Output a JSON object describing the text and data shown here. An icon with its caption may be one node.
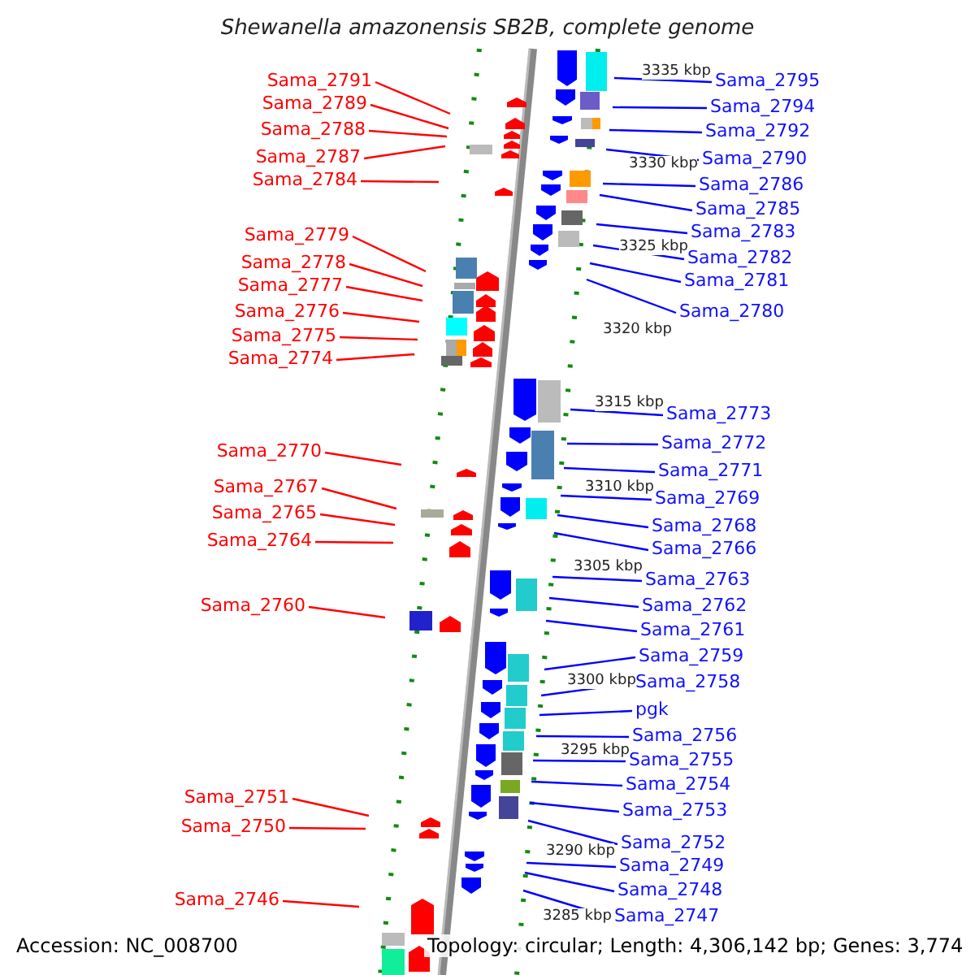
{
  "diagram": {
    "title": "Shewanella amazonensis SB2B, complete genome",
    "nodes": [
      {
        "text": [
          "Sama_2791"
        ]
      },
      {
        "text": [
          "Sama_2789"
        ]
      },
      {
        "text": [
          "Sama_2788"
        ]
      },
      {
        "text": [
          "Sama_2787"
        ]
      },
      {
        "text": [
          "Sama_2784"
        ]
      },
      {
        "text": [
          "Sama_2779"
        ]
      },
      {
        "text": [
          "Sama_2778"
        ]
      },
      {
        "text": [
          "Sama_2777"
        ]
      },
      {
        "text": [
          "Sama_2776"
        ]
      },
      {
        "text": [
          "Sama_2775"
        ]
      },
      {
        "text": [
          "Sama_2774"
        ]
      },
      {
        "text": [
          "Sama_2770"
        ]
      },
      {
        "text": [
          "Sama_2767"
        ]
      },
      {
        "text": [
          "Sama_2765"
        ]
      },
      {
        "text": [
          "Sama_2764"
        ]
      },
      {
        "text": [
          "Sama_2760"
        ]
      },
      {
        "text": [
          "Sama_2751"
        ]
      },
      {
        "text": [
          "Sama_2750"
        ]
      },
      {
        "text": [
          "Sama_2746"
        ]
      },
      {
        "text": [
          "Sama_2795"
        ]
      },
      {
        "text": [
          "Sama_2794"
        ]
      },
      {
        "text": [
          "Sama_2792"
        ]
      },
      {
        "text": [
          "Sama_2790"
        ]
      },
      {
        "text": [
          "Sama_2786"
        ]
      },
      {
        "text": [
          "Sama_2785"
        ]
      },
      {
        "text": [
          "Sama_2783"
        ]
      },
      {
        "text": [
          "Sama_2782"
        ]
      },
      {
        "text": [
          "Sama_2781"
        ]
      },
      {
        "text": [
          "Sama_2780"
        ]
      },
      {
        "text": [
          "Sama_2773"
        ]
      },
      {
        "text": [
          "Sama_2772"
        ]
      },
      {
        "text": [
          "Sama_2771"
        ]
      },
      {
        "text": [
          "Sama_2769"
        ]
      },
      {
        "text": [
          "Sama_2768"
        ]
      },
      {
        "text": [
          "Sama_2766"
        ]
      },
      {
        "text": [
          "Sama_2763"
        ]
      },
      {
        "text": [
          "Sama_2762"
        ]
      },
      {
        "text": [
          "Sama_2761"
        ]
      },
      {
        "text": [
          "Sama_2759"
        ]
      },
      {
        "text": [
          "Sama_2758"
        ]
      },
      {
        "text": [
          "pgk"
        ]
      },
      {
        "text": [
          "Sama_2756"
        ]
      },
      {
        "text": [
          "Sama_2755"
        ]
      },
      {
        "text": [
          "Sama_2754"
        ]
      },
      {
        "text": [
          "Sama_2753"
        ]
      },
      {
        "text": [
          "Sama_2752"
        ]
      },
      {
        "text": [
          "Sama_2749"
        ]
      },
      {
        "text": [
          "Sama_2748"
        ]
      },
      {
        "text": [
          "Sama_2747"
        ]
      }
    ],
    "edges": [
      {
        "from": 0,
        "to": null,
        "arrow": "none",
        "color": "#ff0000"
      },
      {
        "from": 1,
        "to": null,
        "arrow": "none",
        "color": "#ff0000"
      },
      {
        "from": 2,
        "to": null,
        "arrow": "none",
        "color": "#ff0000"
      },
      {
        "from": 3,
        "to": null,
        "arrow": "none",
        "color": "#ff0000"
      },
      {
        "from": 4,
        "to": null,
        "arrow": "none",
        "color": "#ff0000"
      },
      {
        "from": 5,
        "to": null,
        "arrow": "none",
        "color": "#ff0000"
      },
      {
        "from": 6,
        "to": null,
        "arrow": "none",
        "color": "#ff0000"
      },
      {
        "from": 7,
        "to": null,
        "arrow": "none",
        "color": "#ff0000"
      },
      {
        "from": 8,
        "to": null,
        "arrow": "none",
        "color": "#ff0000"
      },
      {
        "from": 9,
        "to": null,
        "arrow": "none",
        "color": "#ff0000"
      },
      {
        "from": 10,
        "to": null,
        "arrow": "none",
        "color": "#ff0000"
      },
      {
        "from": 11,
        "to": null,
        "arrow": "none",
        "color": "#ff0000"
      },
      {
        "from": 12,
        "to": null,
        "arrow": "none",
        "color": "#ff0000"
      },
      {
        "from": 13,
        "to": null,
        "arrow": "none",
        "color": "#ff0000"
      },
      {
        "from": 14,
        "to": null,
        "arrow": "none",
        "color": "#ff0000"
      },
      {
        "from": 15,
        "to": null,
        "arrow": "none",
        "color": "#ff0000"
      },
      {
        "from": 16,
        "to": null,
        "arrow": "none",
        "color": "#ff0000"
      },
      {
        "from": 17,
        "to": null,
        "arrow": "none",
        "color": "#ff0000"
      },
      {
        "from": 18,
        "to": null,
        "arrow": "none",
        "color": "#ff0000"
      },
      {
        "from": 19,
        "to": null,
        "arrow": "none",
        "color": "#0000ff"
      },
      {
        "from": 20,
        "to": null,
        "arrow": "none",
        "color": "#0000ff"
      },
      {
        "from": 21,
        "to": null,
        "arrow": "none",
        "color": "#0000ff"
      },
      {
        "from": 22,
        "to": null,
        "arrow": "none",
        "color": "#0000ff"
      },
      {
        "from": 23,
        "to": null,
        "arrow": "none",
        "color": "#0000ff"
      },
      {
        "from": 24,
        "to": null,
        "arrow": "none",
        "color": "#0000ff"
      },
      {
        "from": 25,
        "to": null,
        "arrow": "none",
        "color": "#0000ff"
      },
      {
        "from": 26,
        "to": null,
        "arrow": "none",
        "color": "#0000ff"
      },
      {
        "from": 27,
        "to": null,
        "arrow": "none",
        "color": "#0000ff"
      },
      {
        "from": 28,
        "to": null,
        "arrow": "none",
        "color": "#0000ff"
      },
      {
        "from": 29,
        "to": null,
        "arrow": "none",
        "color": "#0000ff"
      },
      {
        "from": 30,
        "to": null,
        "arrow": "none",
        "color": "#0000ff"
      },
      {
        "from": 31,
        "to": null,
        "arrow": "none",
        "color": "#0000ff"
      },
      {
        "from": 32,
        "to": null,
        "arrow": "none",
        "color": "#0000ff"
      },
      {
        "from": 33,
        "to": null,
        "arrow": "none",
        "color": "#0000ff"
      },
      {
        "from": 34,
        "to": null,
        "arrow": "none",
        "color": "#0000ff"
      },
      {
        "from": 35,
        "to": null,
        "arrow": "none",
        "color": "#0000ff"
      },
      {
        "from": 36,
        "to": null,
        "arrow": "none",
        "color": "#0000ff"
      },
      {
        "from": 37,
        "to": null,
        "arrow": "none",
        "color": "#0000ff"
      },
      {
        "from": 38,
        "to": null,
        "arrow": "none",
        "color": "#0000ff"
      },
      {
        "from": 39,
        "to": null,
        "arrow": "none",
        "color": "#0000ff"
      },
      {
        "from": 40,
        "to": null,
        "arrow": "none",
        "color": "#0000ff"
      },
      {
        "from": 41,
        "to": null,
        "arrow": "none",
        "color": "#0000ff"
      },
      {
        "from": 42,
        "to": null,
        "arrow": "none",
        "color": "#0000ff"
      },
      {
        "from": 43,
        "to": null,
        "arrow": "none",
        "color": "#0000ff"
      },
      {
        "from": 44,
        "to": null,
        "arrow": "none",
        "color": "#0000ff"
      },
      {
        "from": 45,
        "to": null,
        "arrow": "none",
        "color": "#0000ff"
      },
      {
        "from": 46,
        "to": null,
        "arrow": "none",
        "color": "#0000ff"
      },
      {
        "from": 47,
        "to": null,
        "arrow": "none",
        "color": "#0000ff"
      },
      {
        "from": 48,
        "to": null,
        "arrow": "none",
        "color": "#0000ff"
      }
    ],
    "labels": [
      "3335 kbp",
      "3330 kbp",
      "3325 kbp",
      "3320 kbp",
      "3315 kbp",
      "3310 kbp",
      "3305 kbp",
      "3300 kbp",
      "3295 kbp",
      "3290 kbp",
      "3285 kbp",
      "Accession: NC_008700",
      "Topology: circular; Length: 4,306,142 bp; Genes: 3,774"
    ]
  }
}
